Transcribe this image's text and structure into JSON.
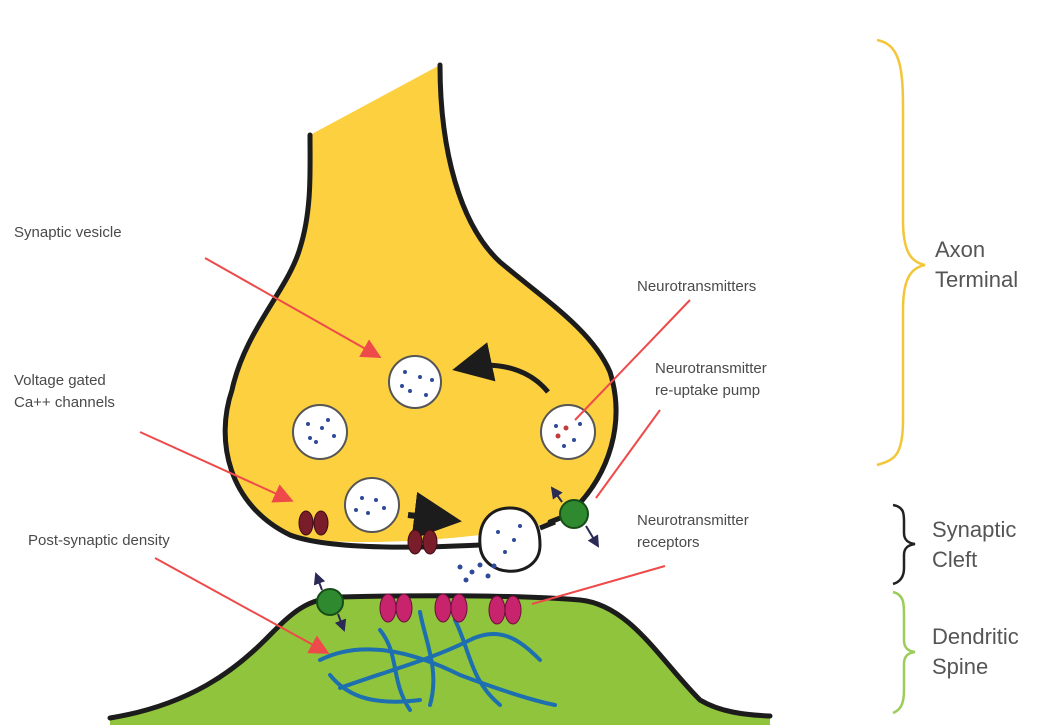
{
  "labels": {
    "synaptic_vesicle": "Synaptic vesicle",
    "voltage_gated_line1": "Voltage gated",
    "voltage_gated_line2": "Ca++ channels",
    "post_synaptic_density": "Post-synaptic density",
    "neurotransmitters": "Neurotransmitters",
    "reuptake_line1": "Neurotransmitter",
    "reuptake_line2": "re-uptake pump",
    "receptors_line1": "Neurotransmitter",
    "receptors_line2": "receptors"
  },
  "regions": {
    "axon_line1": "Axon",
    "axon_line2": "Terminal",
    "cleft_line1": "Synaptic",
    "cleft_line2": "Cleft",
    "dendritic_line1": "Dendritic",
    "dendritic_line2": "Spine"
  },
  "colors": {
    "axon_fill": "#fcd03f",
    "spine_fill": "#8fc43c",
    "outline": "#1c1c1c",
    "pointer": "#ee4a4a",
    "channel": "#7a1d2b",
    "receptor": "#c8246e",
    "pump": "#2f8a2f",
    "filament": "#1d6fb0",
    "brace_axon": "#f3c63a",
    "brace_cleft": "#222222",
    "brace_spine": "#9ccc5a"
  }
}
